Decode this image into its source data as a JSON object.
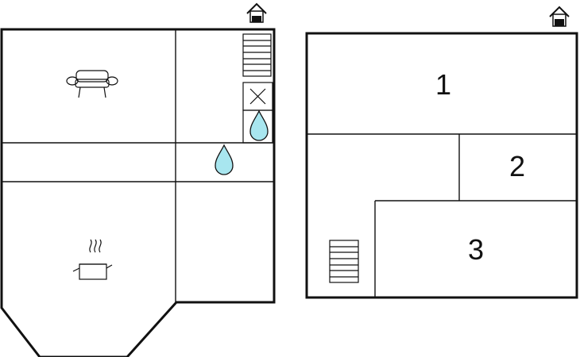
{
  "floors": [
    {
      "name": "ground-floor",
      "rooms": [
        {
          "id": "living-room",
          "icon": "sofa-icon"
        },
        {
          "id": "hallway",
          "icon": "water-drop-icon"
        },
        {
          "id": "kitchen",
          "icon": "cooking-pot-icon"
        },
        {
          "id": "wc",
          "icon": "toilet-cross-icon"
        },
        {
          "id": "bathroom",
          "icon": "water-drop-icon"
        },
        {
          "id": "storage"
        }
      ],
      "markers": [
        "house-entrance-icon",
        "staircase-icon"
      ]
    },
    {
      "name": "upper-floor",
      "rooms": [
        {
          "id": "bedroom-1",
          "label": "1"
        },
        {
          "id": "bedroom-2",
          "label": "2"
        },
        {
          "id": "bedroom-3",
          "label": "3"
        },
        {
          "id": "landing"
        }
      ],
      "markers": [
        "house-entrance-icon",
        "staircase-icon"
      ]
    }
  ],
  "colors": {
    "wall": "#111111",
    "water": "#a8e6ef",
    "background": "#ffffff"
  }
}
